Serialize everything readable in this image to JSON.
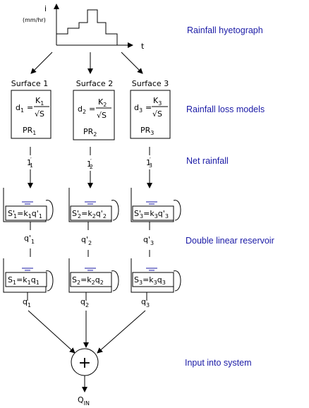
{
  "colors": {
    "annotation": "#1a1aa6",
    "ink": "#000000",
    "water_line": "#1a1aa6"
  },
  "hyetograph": {
    "y_axis_label": "i",
    "y_axis_unit": "(mm/hr)",
    "x_axis_label": "t"
  },
  "annotations": {
    "hyetograph": "Rainfall hyetograph",
    "loss_models": "Rainfall loss models",
    "net_rainfall": "Net rainfall",
    "reservoir": "Double linear reservoir",
    "input": "Input into system"
  },
  "surfaces": [
    {
      "title": "Surface 1",
      "d": "d",
      "d_sub": "1",
      "K": "K",
      "K_sub": "1",
      "sqrt": "√S",
      "PR": "PR",
      "PR_sub": "1",
      "net": "1",
      "net_sub": "1",
      "r1_left": "S'",
      "r1_left_sub": "1",
      "r1_mid": "=k",
      "r1_mid_sub": "1",
      "r1_q": "q'",
      "r1_q_sub": "1",
      "out1": "q'",
      "out1_sub": "1",
      "r2_left": "S",
      "r2_left_sub": "1",
      "r2_mid": "=k",
      "r2_mid_sub": "1",
      "r2_q": "q",
      "r2_q_sub": "1",
      "out2": "q",
      "out2_sub": "1"
    },
    {
      "title": "Surface 2",
      "d": "d",
      "d_sub": "2",
      "K": "K",
      "K_sub": "2",
      "sqrt": "√S",
      "PR": "PR",
      "PR_sub": "2",
      "net": "1",
      "net_sub": "2",
      "r1_left": "S'",
      "r1_left_sub": "2",
      "r1_mid": "=k",
      "r1_mid_sub": "2",
      "r1_q": "q'",
      "r1_q_sub": "2",
      "out1": "q'",
      "out1_sub": "2",
      "r2_left": "S",
      "r2_left_sub": "2",
      "r2_mid": "=k",
      "r2_mid_sub": "2",
      "r2_q": "q",
      "r2_q_sub": "2",
      "out2": "q",
      "out2_sub": "2"
    },
    {
      "title": "Surface 3",
      "d": "d",
      "d_sub": "3",
      "K": "K",
      "K_sub": "3",
      "sqrt": "√S",
      "PR": "PR",
      "PR_sub": "3",
      "net": "1",
      "net_sub": "3",
      "r1_left": "S'",
      "r1_left_sub": "3",
      "r1_mid": "=k",
      "r1_mid_sub": "3",
      "r1_q": "q'",
      "r1_q_sub": "3",
      "out1": "q'",
      "out1_sub": "3",
      "r2_left": "S",
      "r2_left_sub": "3",
      "r2_mid": "=k",
      "r2_mid_sub": "3",
      "r2_q": "q",
      "r2_q_sub": "3",
      "out2": "q",
      "out2_sub": "3"
    }
  ],
  "summation": {
    "symbol": "+",
    "output": "Q",
    "output_sub": "IN"
  }
}
